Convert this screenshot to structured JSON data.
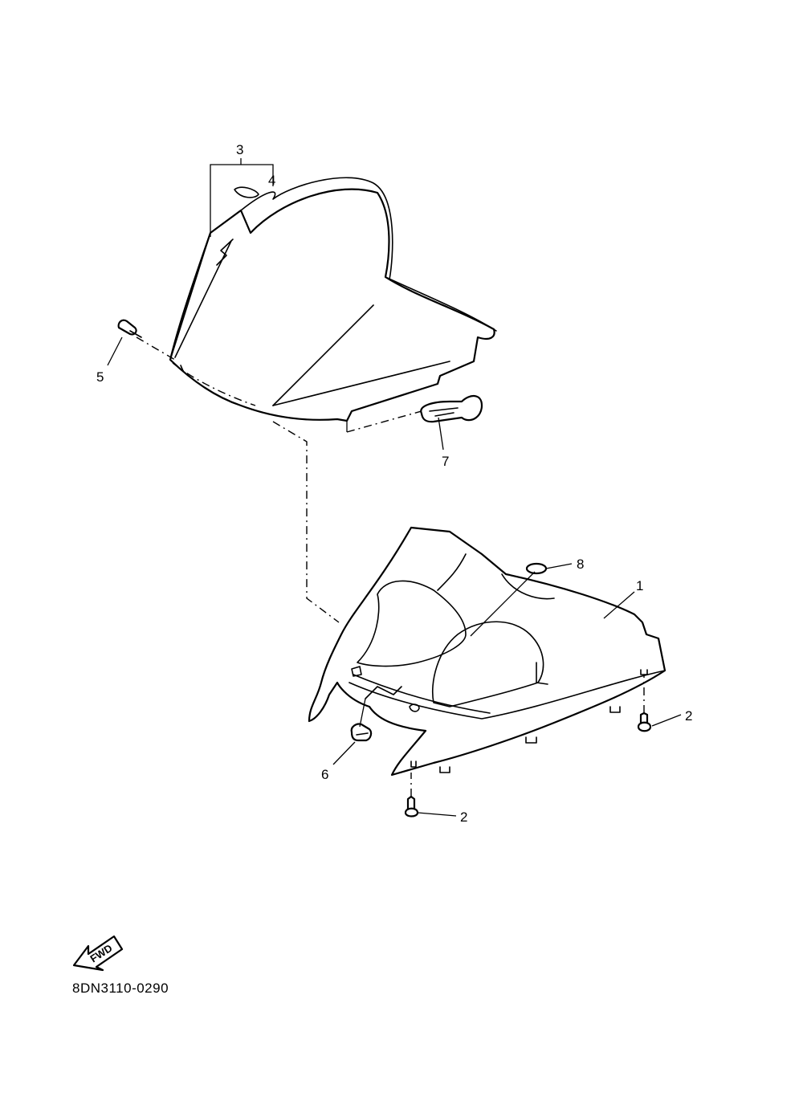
{
  "callouts": {
    "c1": "1",
    "c2a": "2",
    "c2b": "2",
    "c3": "3",
    "c4": "4",
    "c5": "5",
    "c6": "6",
    "c7": "7",
    "c8": "8"
  },
  "fwd_arrow": {
    "label": "FWD"
  },
  "diagram_code": "8DN3110-0290",
  "colors": {
    "ink": "#000000",
    "paper": "#ffffff"
  }
}
